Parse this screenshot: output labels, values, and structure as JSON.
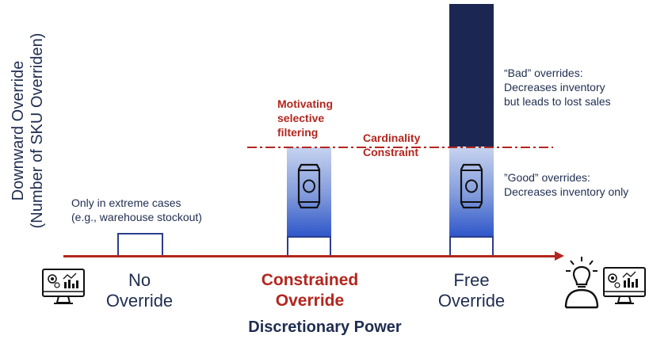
{
  "y_axis": {
    "line1": "Downward  Override",
    "line2": "(Number of SKU Overriden)"
  },
  "x_axis": {
    "title": "Discretionary Power"
  },
  "categories": {
    "no": {
      "line1": "No",
      "line2": "Override"
    },
    "constrained": {
      "line1": "Constrained",
      "line2": "Override"
    },
    "free": {
      "line1": "Free",
      "line2": "Override"
    }
  },
  "annotations": {
    "extreme": {
      "line1": "Only in extreme cases",
      "line2": "(e.g., warehouse stockout)"
    },
    "motivating": {
      "line1": "Motivating",
      "line2": "selective",
      "line3": "filtering"
    },
    "cardinality": {
      "line1": "Cardinality",
      "line2": "Constraint"
    },
    "bad": {
      "line1": "“Bad” overrides:",
      "line2": "Decreases inventory",
      "line3": "but leads to lost sales"
    },
    "good": {
      "line1": "”Good” overrides:",
      "line2": "Decreases inventory only"
    }
  },
  "icons": {
    "left": "dashboard-monitor-icon",
    "right": "person-lightbulb-monitor-icon",
    "can": "soda-can-icon"
  },
  "colors": {
    "accent_red": "#b3261e",
    "navy": "#1b2752",
    "text": "#1f2d50",
    "bar_blue": "#2f57c9"
  }
}
